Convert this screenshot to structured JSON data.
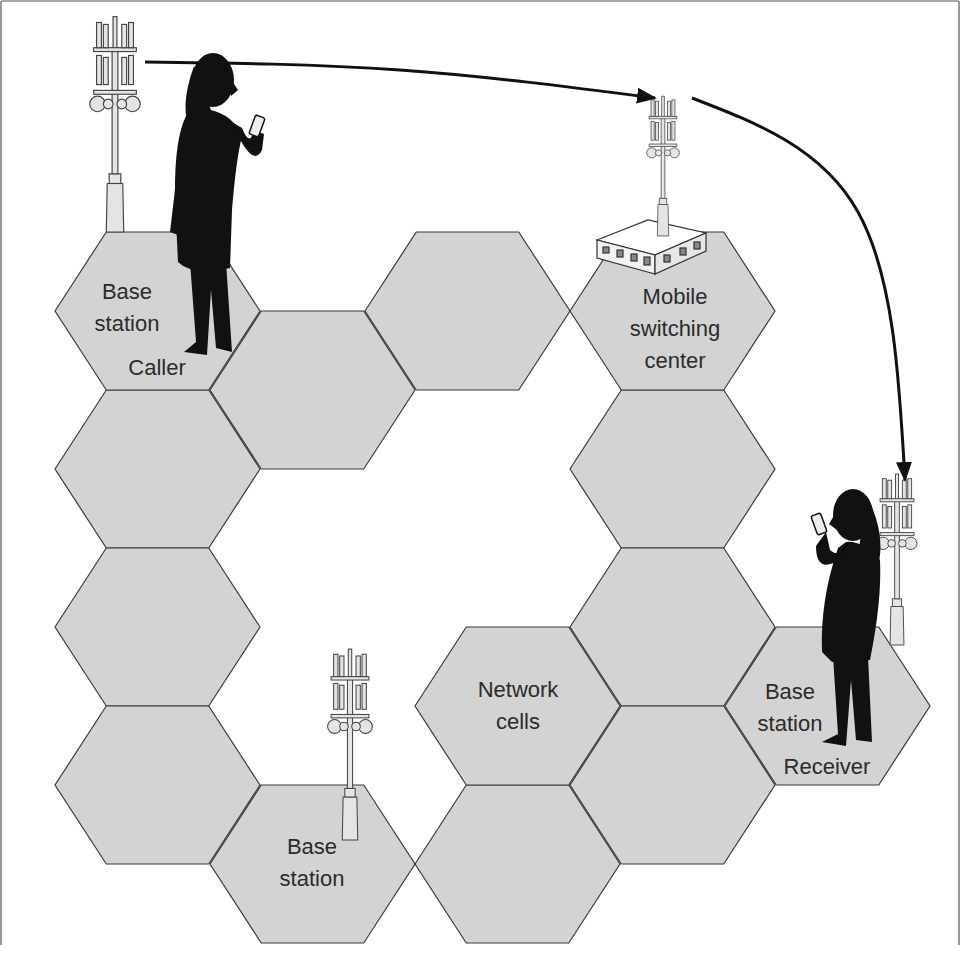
{
  "diagram": {
    "nodes": [
      {
        "text": [
          "Base station",
          "Caller"
        ]
      },
      {
        "text": [
          "Mobile switching center"
        ]
      },
      {
        "text": [
          "Network cells"
        ]
      },
      {
        "text": [
          "Base station",
          "Receiver"
        ]
      },
      {
        "text": [
          "Base station"
        ]
      }
    ],
    "edges": [
      {
        "from": 0,
        "to": 1,
        "arrow": "to"
      },
      {
        "from": 1,
        "to": 3,
        "arrow": "to"
      }
    ]
  }
}
